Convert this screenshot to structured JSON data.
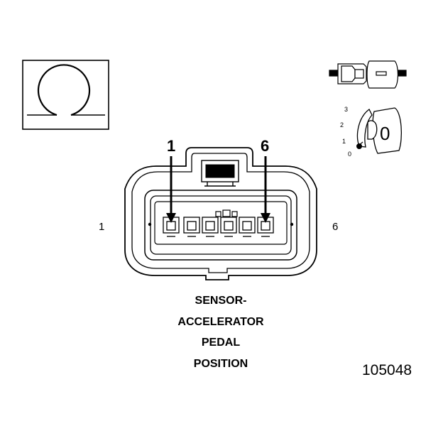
{
  "connector": {
    "left_pin": "1",
    "right_pin": "6",
    "top_left_pin": "1",
    "top_right_pin": "6",
    "name_lines": [
      "SENSOR-",
      "ACCELERATOR",
      "PEDAL",
      "POSITION"
    ],
    "figure_number": "105048"
  },
  "key_dial": {
    "positions": [
      "3",
      "2",
      "1",
      "0"
    ],
    "key_label": "0"
  },
  "icons": [
    "omega-symbol-icon",
    "connector-plug-icon",
    "key-dial-icon",
    "pin-arrow-icon"
  ]
}
